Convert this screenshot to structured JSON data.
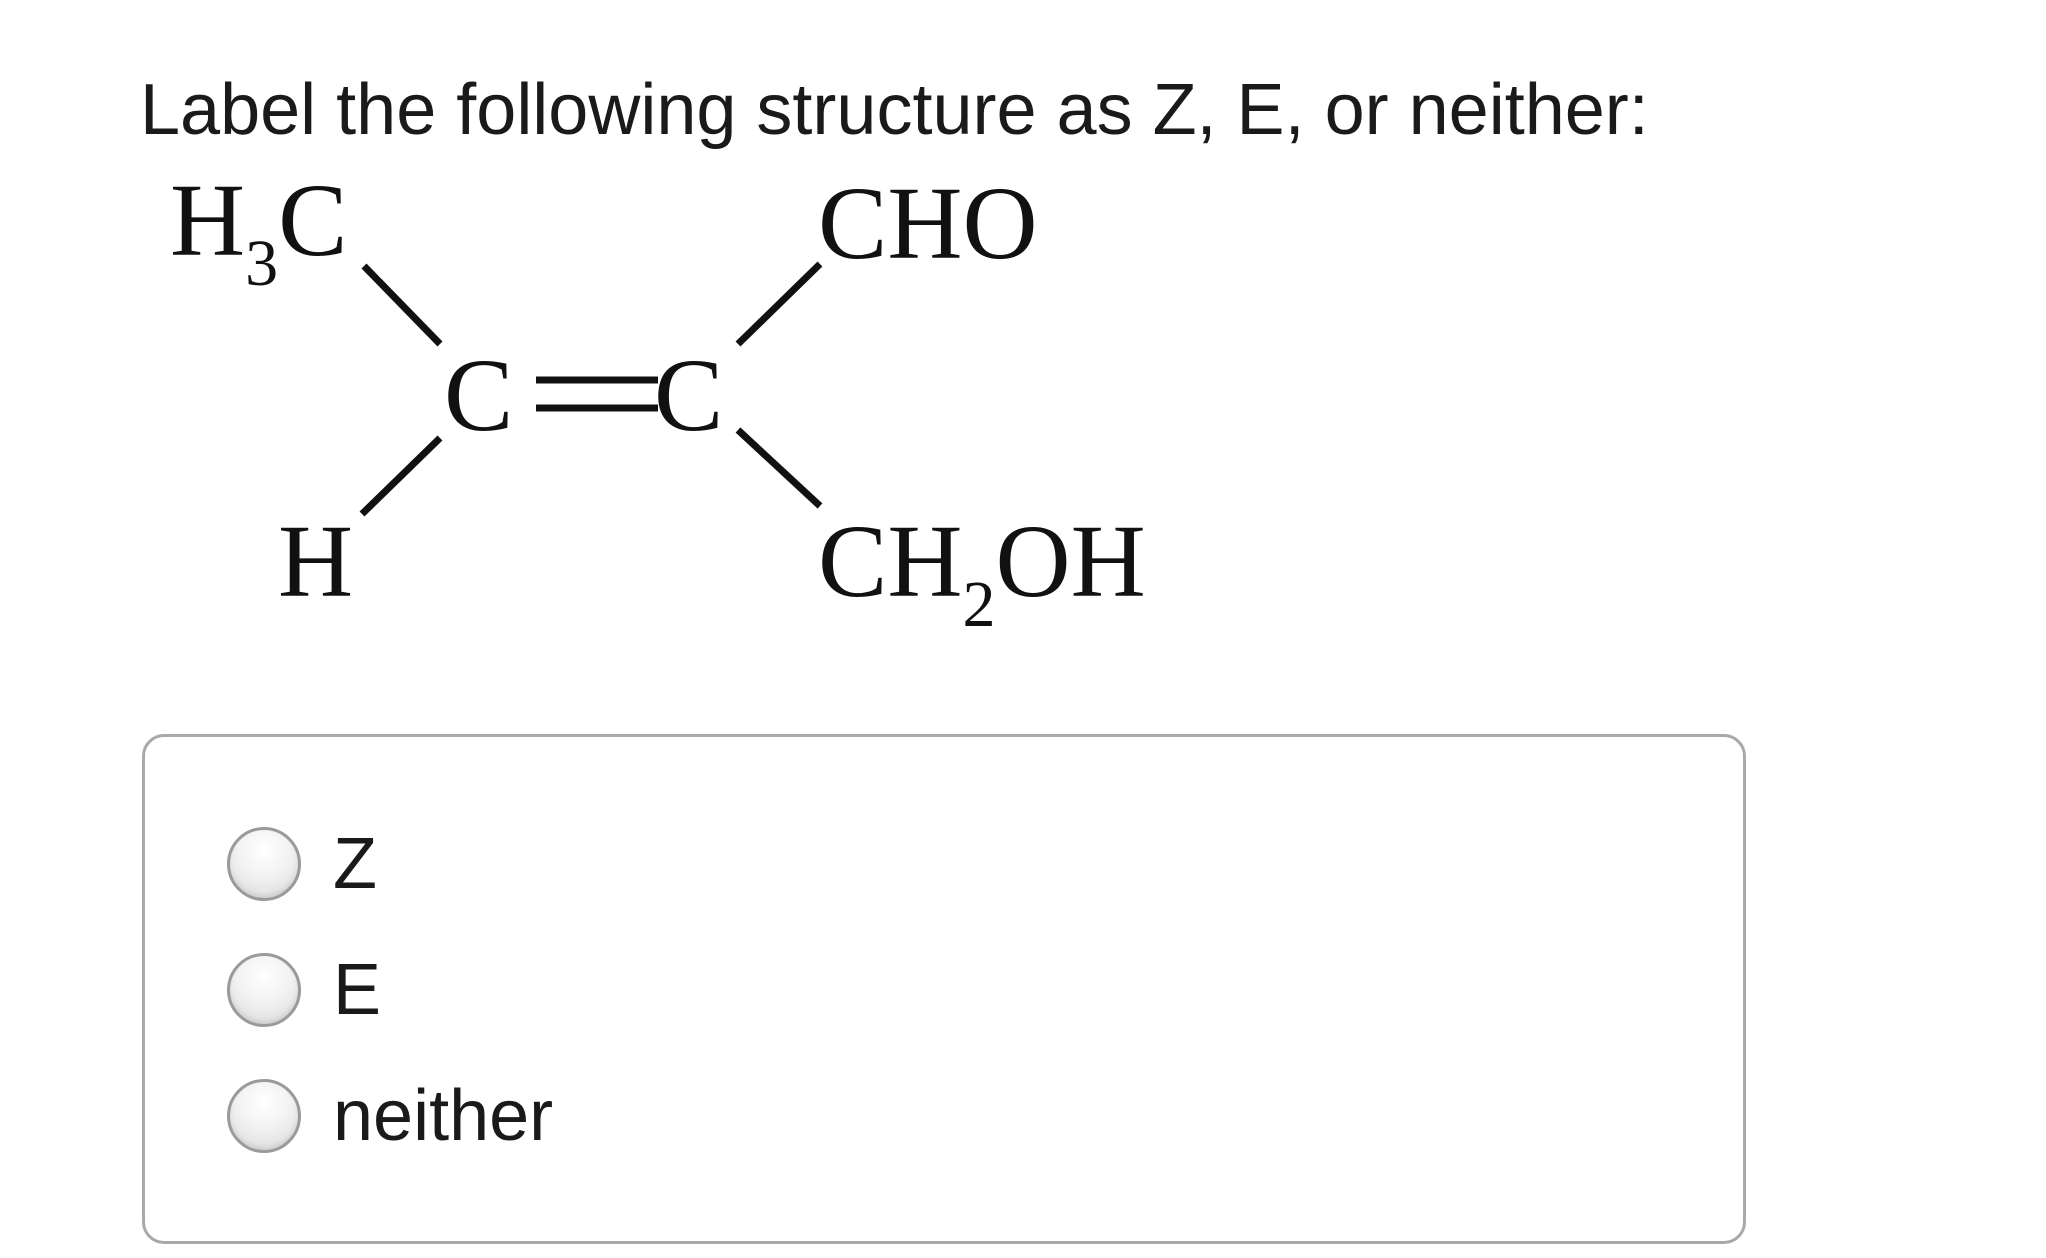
{
  "question": {
    "text": "Label the following structure as Z, E, or neither:"
  },
  "structure": {
    "top_left_group": {
      "main": "H",
      "subscript": "3",
      "tail": "C"
    },
    "top_right_group": {
      "main": "CHO"
    },
    "bottom_left_group": {
      "main": "H"
    },
    "bottom_right_group": {
      "main": "CH",
      "subscript": "2",
      "tail": "OH"
    },
    "left_carbon": "C",
    "right_carbon": "C"
  },
  "options": [
    {
      "label": "Z",
      "selected": false
    },
    {
      "label": "E",
      "selected": false
    },
    {
      "label": "neither",
      "selected": false
    }
  ]
}
